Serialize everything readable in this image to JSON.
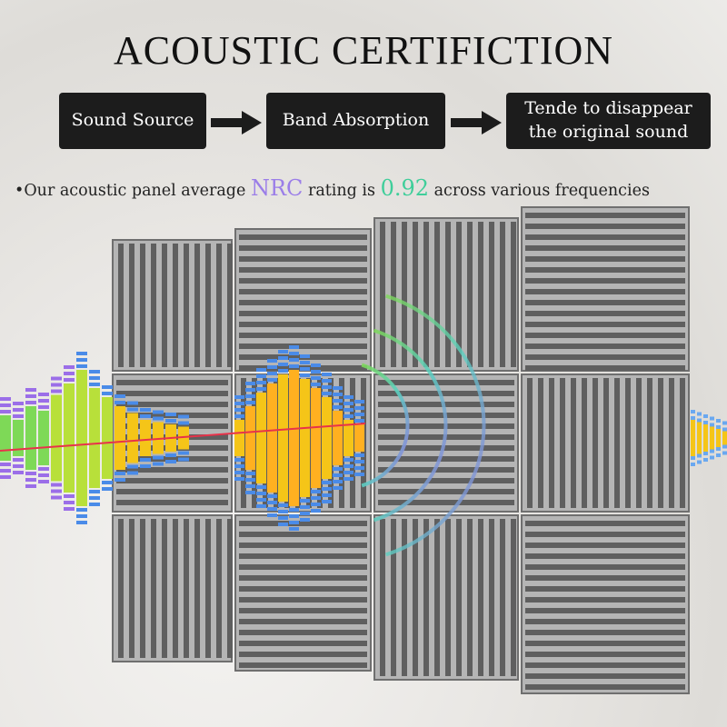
{
  "title": "ACOUSTIC CERTIFICTION",
  "steps": [
    {
      "label": "Sound Source"
    },
    {
      "label": "Band Absorption"
    },
    {
      "line1": "Tende to disappear",
      "line2": "the original sound"
    }
  ],
  "note": {
    "prefix": "Our acoustic panel average",
    "nrc_label": "NRC",
    "middle": "rating is",
    "nrc_value": "0.92",
    "suffix": "across various frequencies"
  },
  "colors": {
    "nrc_label": "#9b7ee8",
    "nrc_value": "#3fce9a",
    "box_bg": "#1c1c1c",
    "signal_line": "#e8324a",
    "wave_green": "#7ed957",
    "wave_yellow": "#f5c518",
    "wave_blue": "#4a8be8",
    "wave_purple": "#9b6ee8"
  }
}
